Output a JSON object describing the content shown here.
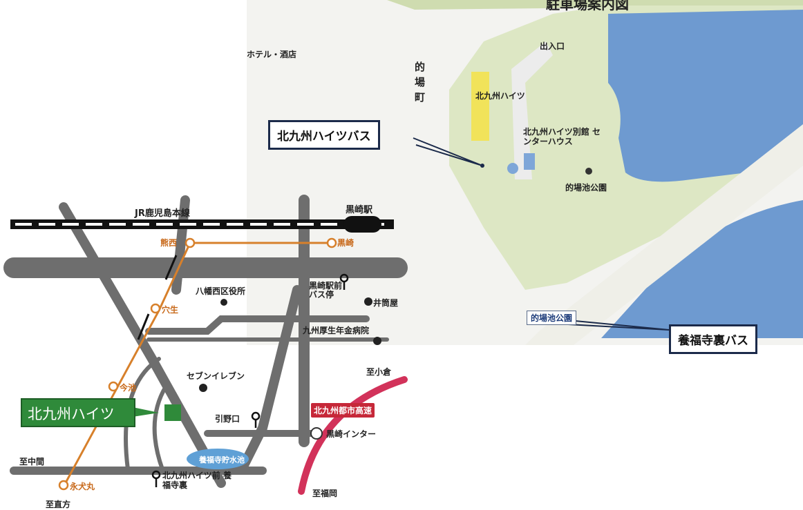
{
  "top_map": {
    "title_fragment": "駐車場案内図",
    "labels": {
      "hotel_left": "ホテル・酒店",
      "entrance": "出入口",
      "matoba_town": "的場町",
      "kitakyushu_heights": "北九州ハイツ",
      "annex": "北九州ハイツ別館 センターハウス",
      "park": "的場池公園",
      "park_sign": "的場池公園"
    },
    "callouts": {
      "heights_bus": "北九州ハイツバス",
      "yofukuji_bus": "養福寺裏バス"
    },
    "colors": {
      "land": "#dfe8c5",
      "water": "#6f9bd0",
      "building": "#f1e35a",
      "road": "#f1f1ee"
    }
  },
  "area_map": {
    "railway": "JR鹿児島本線",
    "kurosaki_station": "黒崎駅",
    "stations": {
      "kumanishi": "熊西",
      "kurosaki": "黒崎",
      "anao": "穴生",
      "imaike": "今池",
      "eiinumaru": "永犬丸"
    },
    "places": {
      "ward_office": "八幡西区役所",
      "kurosaki_bus": "黒崎駅前 バス停",
      "izutsuya": "井筒屋",
      "hospital": "九州厚生年金病院",
      "seven": "セブンイレブン",
      "hikino": "引野口",
      "reservoir": "養福寺貯水池",
      "heights_stop": "北九州ハイツ前 養福寺裏",
      "highway": "北九州都市高速",
      "interchange": "黒崎インター",
      "to_kokura": "至小倉",
      "to_fukuoka": "至福岡",
      "to_nakama": "至中間",
      "to_nogata": "至直方",
      "heights_label": "北九州ハイツ"
    },
    "colors": {
      "road": "#6e6e6e",
      "monorail": "#d7802b",
      "highway": "#d2325a",
      "heights_green": "#2f8a3a"
    }
  }
}
